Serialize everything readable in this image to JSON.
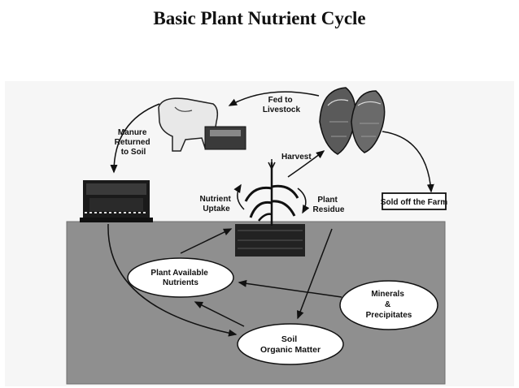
{
  "title": "Basic Plant Nutrient Cycle",
  "labels": {
    "fed_to_livestock": [
      "Fed to",
      "Livestock"
    ],
    "manure_returned": [
      "Manure",
      "Returned",
      "to Soil"
    ],
    "harvest": "Harvest",
    "nutrient_uptake": [
      "Nutrient",
      "Uptake"
    ],
    "plant_residue": [
      "Plant",
      "Residue"
    ],
    "sold_off_farm": "Sold off the Farm",
    "plant_available": [
      "Plant Available",
      "Nutrients"
    ],
    "minerals": [
      "Minerals",
      "&",
      "Precipitates"
    ],
    "soil_organic": [
      "Soil",
      "Organic Matter"
    ]
  },
  "colors": {
    "soil": "#8f8f8f",
    "panel": "#f7f7f7",
    "ink": "#111111"
  }
}
